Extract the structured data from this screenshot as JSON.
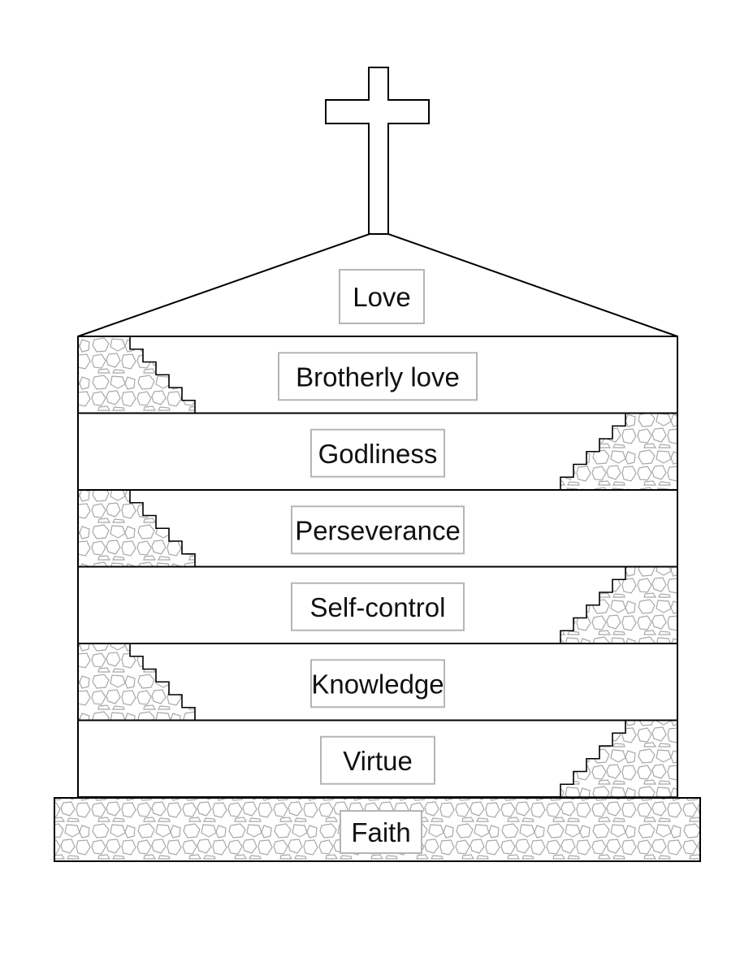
{
  "diagram": {
    "roof_label": "Love",
    "foundation_label": "Faith",
    "floors": [
      {
        "label": "Brotherly love",
        "stair_side": "left"
      },
      {
        "label": "Godliness",
        "stair_side": "right"
      },
      {
        "label": "Perseverance",
        "stair_side": "left"
      },
      {
        "label": "Self-control",
        "stair_side": "right"
      },
      {
        "label": "Knowledge",
        "stair_side": "left"
      },
      {
        "label": "Virtue",
        "stair_side": "right"
      }
    ],
    "colors": {
      "line": "#000000",
      "label_border": "#b5b5b5",
      "stone": "#a8a8a8",
      "background": "#ffffff"
    },
    "icons": [
      "cross-icon",
      "stone-texture"
    ]
  }
}
